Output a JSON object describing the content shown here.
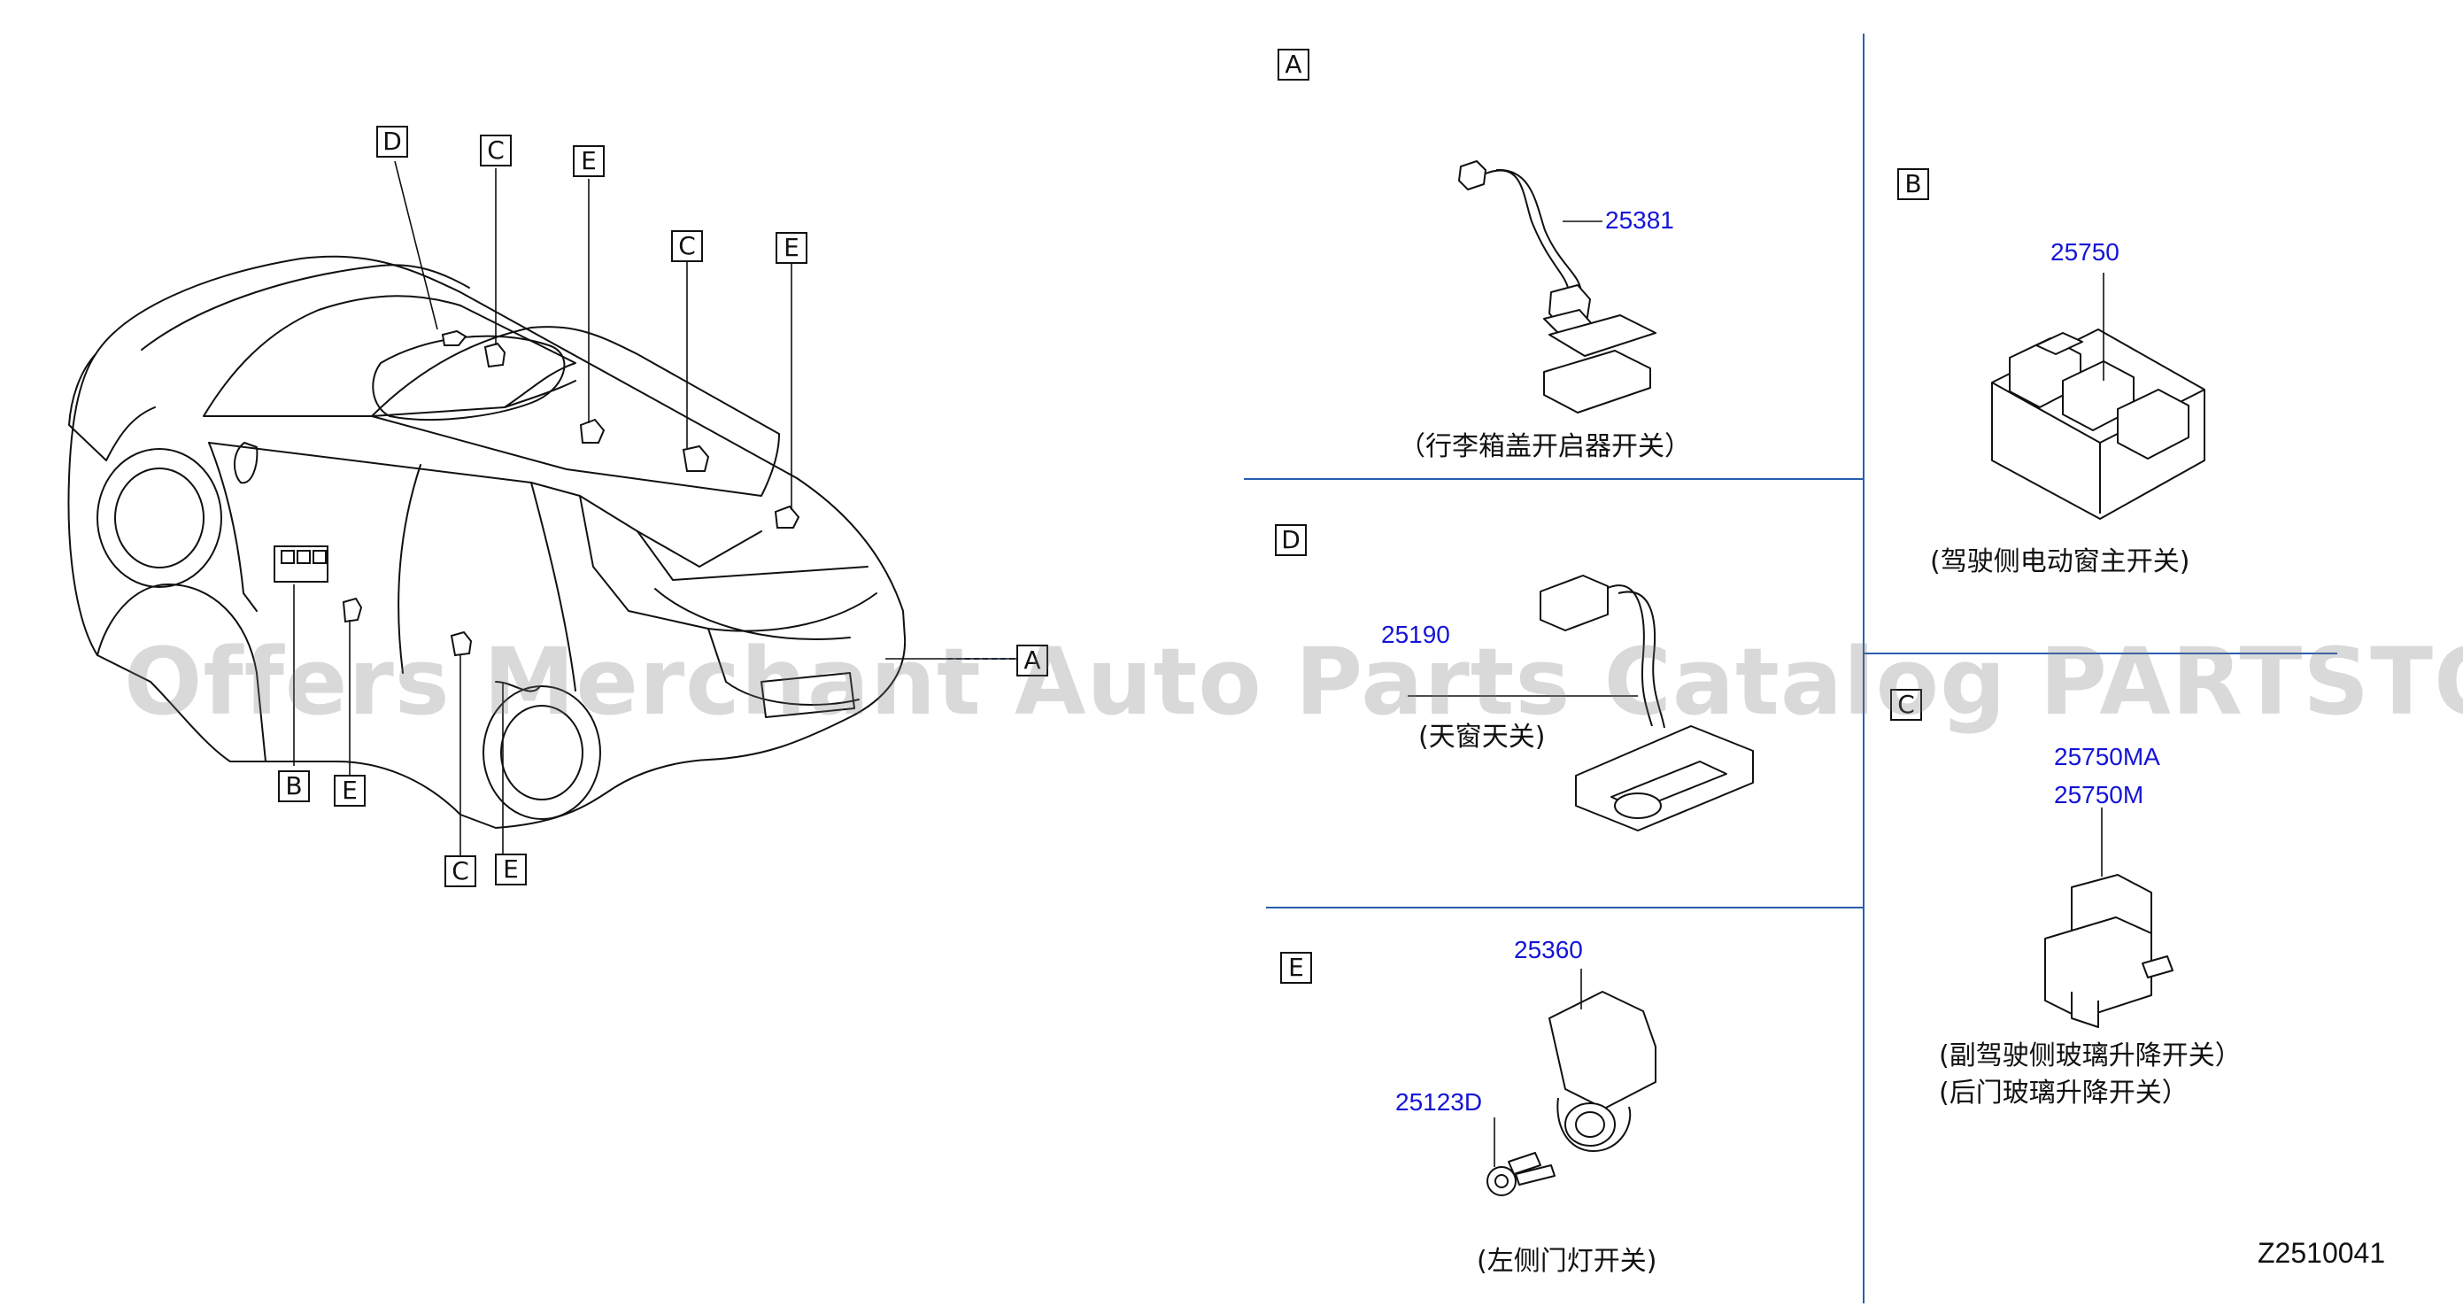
{
  "callouts": {
    "car": [
      "D",
      "C",
      "E",
      "C",
      "E",
      "A",
      "B",
      "E",
      "C",
      "E"
    ],
    "sections": [
      "A",
      "B",
      "D",
      "C",
      "E"
    ]
  },
  "parts": {
    "a": {
      "number": "25381",
      "caption": "（行李箱盖开启器开关）"
    },
    "b": {
      "number": "25750",
      "caption": "(驾驶侧电动窗主开关)"
    },
    "d": {
      "number": "25190",
      "caption": "(天窗天关)"
    },
    "c": {
      "number_1": "25750MA",
      "number_2": "25750M",
      "caption_1": "(副驾驶侧玻璃升降开关）",
      "caption_2": "(后门玻璃升降开关）"
    },
    "e": {
      "number_1": "25360",
      "number_2": "25123D",
      "caption": "(左侧门灯开关)"
    }
  },
  "diagram_code": "Z2510041",
  "watermark": "Offers Merchant Auto Parts Catalog PARTSTORE.SA",
  "colors": {
    "line": "#111111",
    "part_number": "#1414d8",
    "divider": "#2a5db0",
    "watermark": "#787878"
  }
}
